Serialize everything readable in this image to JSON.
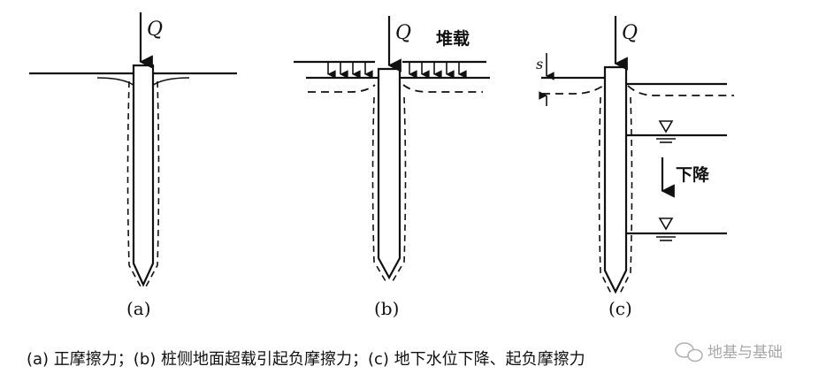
{
  "figure": {
    "load_symbol": "Q",
    "surcharge_label": "堆载",
    "drawdown_label": "下降",
    "settlement_symbol": "s",
    "water_table_icon": "water-table-triangle-icon",
    "panels": [
      {
        "id": "a",
        "sublabel": "(a)"
      },
      {
        "id": "b",
        "sublabel": "(b)"
      },
      {
        "id": "c",
        "sublabel": "(c)"
      }
    ],
    "caption": "(a) 正摩擦力；(b) 桩侧地面超载引起负摩擦力；(c) 地下水位下降、起负摩擦力",
    "watermark": "地基与基础",
    "watermark_icon": "wechat-logo-icon"
  }
}
